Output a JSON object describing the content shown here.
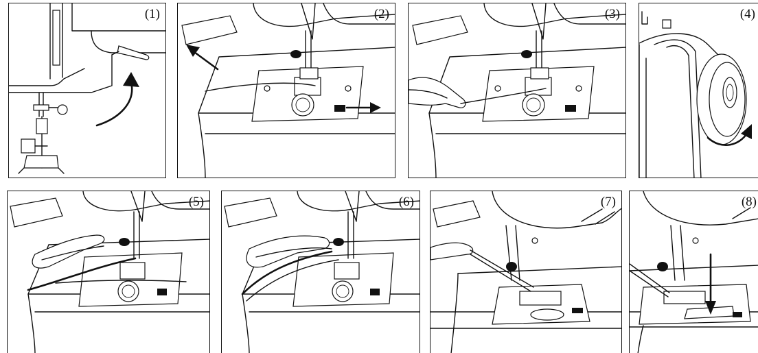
{
  "figure": {
    "steps": [
      {
        "label": "(1)"
      },
      {
        "label": "(2)"
      },
      {
        "label": "(3)"
      },
      {
        "label": "(4)"
      },
      {
        "label": "(5)"
      },
      {
        "label": "(6)"
      },
      {
        "label": "(7)"
      },
      {
        "label": "(8)"
      }
    ]
  }
}
